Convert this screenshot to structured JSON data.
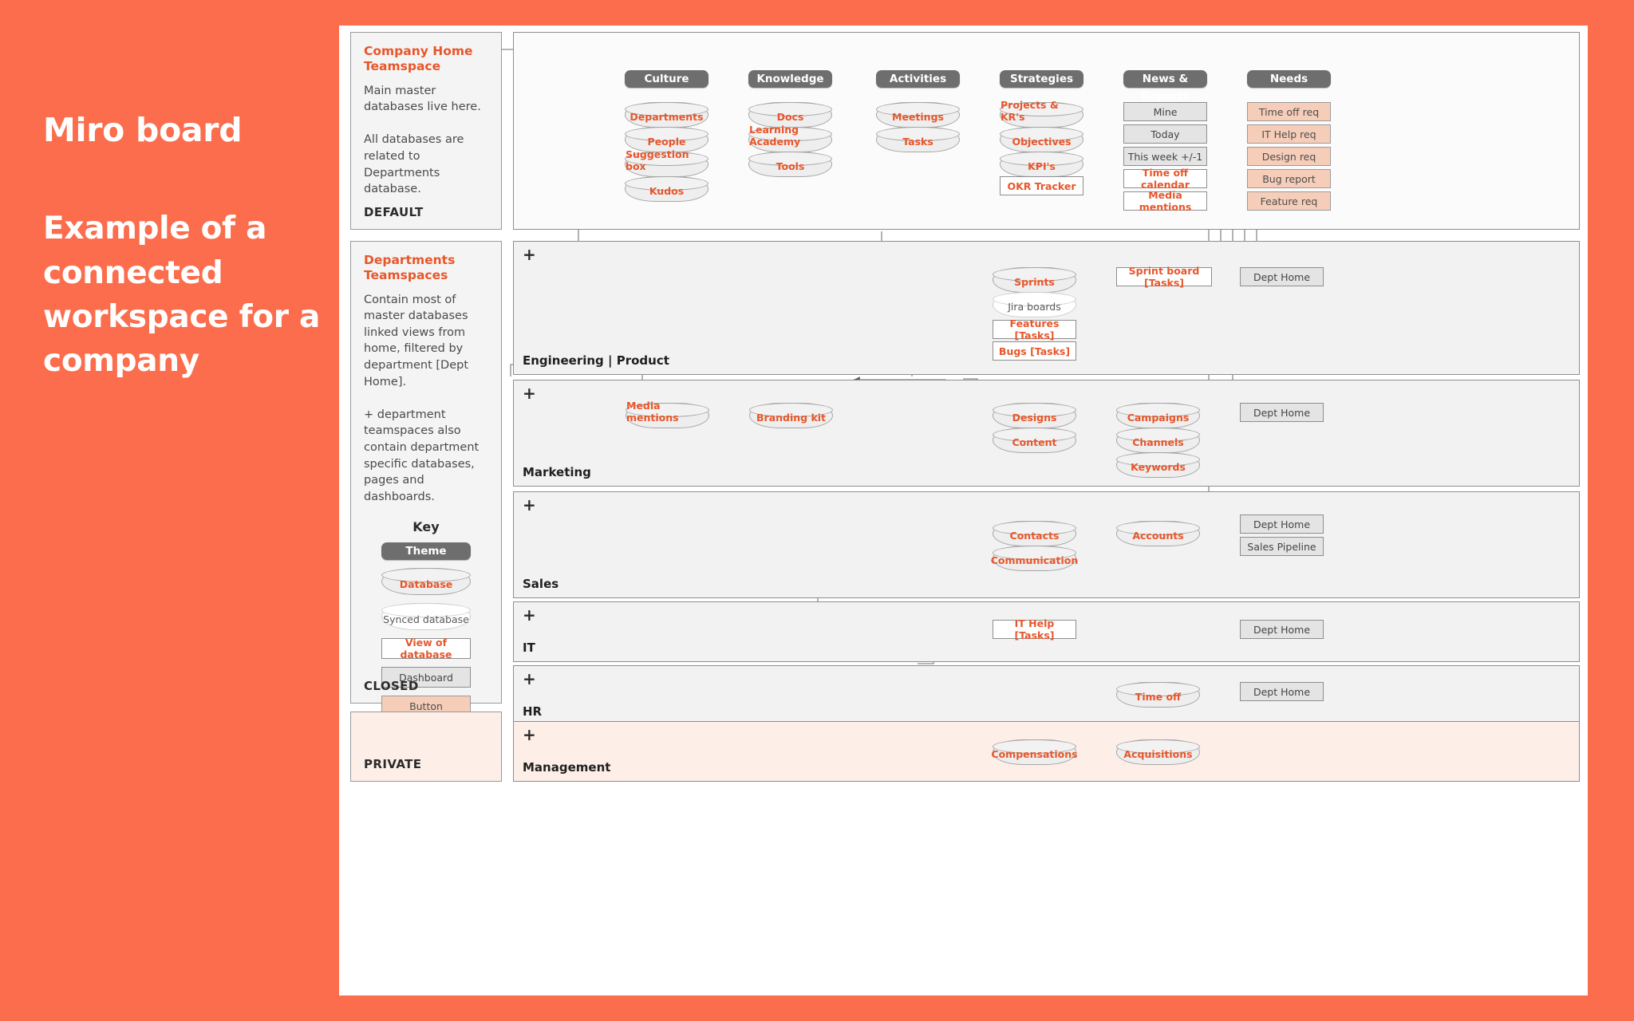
{
  "headline": {
    "title": "Miro board",
    "subtitle": "Example of\na connected\nworkspace\nfor a company"
  },
  "brand_color": "#fb6d4c",
  "accent_color": "#e8562a",
  "sidebar": {
    "cards": [
      {
        "title": "Company Home\nTeamspace",
        "body": "Main master databases live here.\n\nAll databases are related to Departments database.",
        "footer": "DEFAULT"
      },
      {
        "title": "Departments\nTeamspaces",
        "body": "Contain most of master databases linked views from home, filtered by department [Dept Home].\n\n+ department teamspaces also contain department specific databases, pages and dashboards.",
        "footer": "CLOSED"
      },
      {
        "title": "",
        "body": "",
        "footer": "PRIVATE"
      }
    ],
    "key": {
      "heading": "Key",
      "items": [
        {
          "label": "Theme",
          "kind": "theme"
        },
        {
          "label": "Database",
          "kind": "db"
        },
        {
          "label": "Synced database",
          "kind": "synced"
        },
        {
          "label": "View of database",
          "kind": "view"
        },
        {
          "label": "Dashboard",
          "kind": "dashboard"
        },
        {
          "label": "Button",
          "kind": "button"
        }
      ]
    }
  },
  "home": {
    "themes": [
      {
        "label": "Culture"
      },
      {
        "label": "Knowledge"
      },
      {
        "label": "Activities"
      },
      {
        "label": "Strategies"
      },
      {
        "label": "News & Reports"
      },
      {
        "label": "Needs"
      }
    ],
    "columns": [
      {
        "theme": "Culture",
        "nodes": [
          {
            "label": "Departments",
            "kind": "db"
          },
          {
            "label": "People",
            "kind": "db"
          },
          {
            "label": "Suggestion box",
            "kind": "db"
          },
          {
            "label": "Kudos",
            "kind": "db"
          }
        ]
      },
      {
        "theme": "Knowledge",
        "nodes": [
          {
            "label": "Docs",
            "kind": "db"
          },
          {
            "label": "Learning Academy",
            "kind": "db"
          },
          {
            "label": "Tools",
            "kind": "db"
          }
        ]
      },
      {
        "theme": "Activities",
        "nodes": [
          {
            "label": "Meetings",
            "kind": "db"
          },
          {
            "label": "Tasks",
            "kind": "db"
          }
        ]
      },
      {
        "theme": "Strategies",
        "nodes": [
          {
            "label": "Projects & KR's",
            "kind": "db"
          },
          {
            "label": "Objectives",
            "kind": "db"
          },
          {
            "label": "KPI's",
            "kind": "db"
          },
          {
            "label": "OKR Tracker",
            "kind": "view"
          }
        ]
      },
      {
        "theme": "News & Reports",
        "nodes": [
          {
            "label": "Mine",
            "kind": "dashboard"
          },
          {
            "label": "Today",
            "kind": "dashboard"
          },
          {
            "label": "This week +/-1",
            "kind": "dashboard"
          },
          {
            "label": "Time off calendar",
            "kind": "view"
          },
          {
            "label": "Media mentions",
            "kind": "view"
          }
        ]
      },
      {
        "theme": "Needs",
        "nodes": [
          {
            "label": "Time off req",
            "kind": "button"
          },
          {
            "label": "IT Help req",
            "kind": "button"
          },
          {
            "label": "Design req",
            "kind": "button"
          },
          {
            "label": "Bug report",
            "kind": "button"
          },
          {
            "label": "Feature req",
            "kind": "button"
          }
        ]
      }
    ]
  },
  "departments": [
    {
      "name": "Engineering | Product",
      "plus": "+",
      "tinted": false,
      "nodes": [
        {
          "label": "Sprints",
          "kind": "db"
        },
        {
          "label": "Jira boards",
          "kind": "synced"
        },
        {
          "label": "Features [Tasks]",
          "kind": "view"
        },
        {
          "label": "Bugs [Tasks]",
          "kind": "view"
        },
        {
          "label": "Sprint board [Tasks]",
          "kind": "view"
        },
        {
          "label": "Dept Home",
          "kind": "dashboard"
        }
      ]
    },
    {
      "name": "Marketing",
      "plus": "+",
      "tinted": false,
      "nodes": [
        {
          "label": "Media mentions",
          "kind": "db"
        },
        {
          "label": "Branding kit",
          "kind": "db"
        },
        {
          "label": "Designs",
          "kind": "db"
        },
        {
          "label": "Content",
          "kind": "db"
        },
        {
          "label": "Campaigns",
          "kind": "db"
        },
        {
          "label": "Channels",
          "kind": "db"
        },
        {
          "label": "Keywords",
          "kind": "db"
        },
        {
          "label": "Dept Home",
          "kind": "dashboard"
        }
      ]
    },
    {
      "name": "Sales",
      "plus": "+",
      "tinted": false,
      "nodes": [
        {
          "label": "Contacts",
          "kind": "db"
        },
        {
          "label": "Communication",
          "kind": "db"
        },
        {
          "label": "Accounts",
          "kind": "db"
        },
        {
          "label": "Dept Home",
          "kind": "dashboard"
        },
        {
          "label": "Sales Pipeline",
          "kind": "dashboard"
        }
      ]
    },
    {
      "name": "IT",
      "plus": "+",
      "tinted": false,
      "nodes": [
        {
          "label": "IT Help [Tasks]",
          "kind": "view"
        },
        {
          "label": "Dept Home",
          "kind": "dashboard"
        }
      ]
    },
    {
      "name": "HR",
      "plus": "+",
      "tinted": false,
      "nodes": [
        {
          "label": "Time off",
          "kind": "db"
        },
        {
          "label": "Dept Home",
          "kind": "dashboard"
        }
      ]
    },
    {
      "name": "Management",
      "plus": "+",
      "tinted": true,
      "nodes": [
        {
          "label": "Compensations",
          "kind": "db"
        },
        {
          "label": "Acquisitions",
          "kind": "db"
        }
      ]
    }
  ]
}
